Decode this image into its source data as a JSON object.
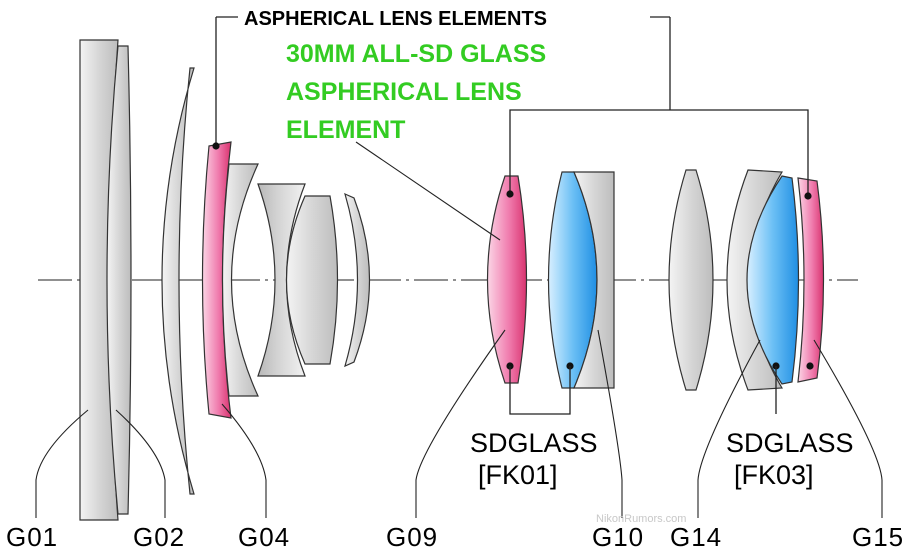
{
  "diagram": {
    "title_label": "ASPHERICAL LENS ELEMENTS",
    "green_callout": [
      "30MM ALL-SD GLASS",
      "ASPHERICAL LENS",
      "ELEMENT"
    ],
    "element_labels": {
      "g01": "G01",
      "g02": "G02",
      "g04": "G04",
      "g09": "G09",
      "g10": "G10",
      "g14": "G14",
      "g15": "G15"
    },
    "sd_glass_left": {
      "line1": "SDGLASS",
      "line2": "[FK01]"
    },
    "sd_glass_right": {
      "line1": "SDGLASS",
      "line2": "[FK03]"
    },
    "watermark": "NikonRumors.com",
    "colors": {
      "aspherical_pink": "#e24a8a",
      "sd_glass_blue": "#2f9be6",
      "glass_gray": "#cfcfcf",
      "callout_green": "#33cc22"
    }
  }
}
